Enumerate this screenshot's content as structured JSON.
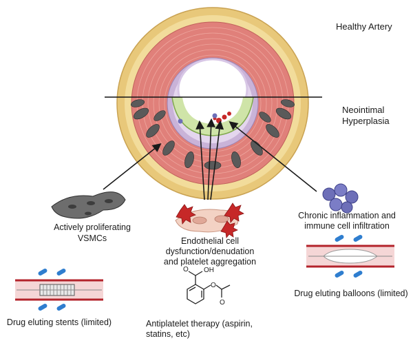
{
  "labels": {
    "healthy": "Healthy Artery",
    "neointimal_1": "Neointimal",
    "neointimal_2": "Hyperplasia",
    "vsmc_1": "Actively proliferating",
    "vsmc_2": "VSMCs",
    "endo_1": "Endothelial cell",
    "endo_2": "dysfunction/denudation",
    "endo_3": "and platelet aggregation",
    "chronic_1": "Chronic inflammation and",
    "chronic_2": "immune cell infiltration",
    "balloon": "Drug eluting balloons (limited)",
    "stent": "Drug eluting stents (limited)",
    "antiplatelet_1": "Antiplatelet therapy (aspirin,",
    "antiplatelet_2": "statins, etc)",
    "oh": "OH",
    "o1": "O",
    "o2": "O",
    "o3": "O"
  },
  "colors": {
    "adventitia": "#e8c87a",
    "media": "#e0807a",
    "elastic": "#c9b3d8",
    "vessel_red": "#b3232b",
    "platelet": "#c62828",
    "immune": "#6d6fb8"
  }
}
